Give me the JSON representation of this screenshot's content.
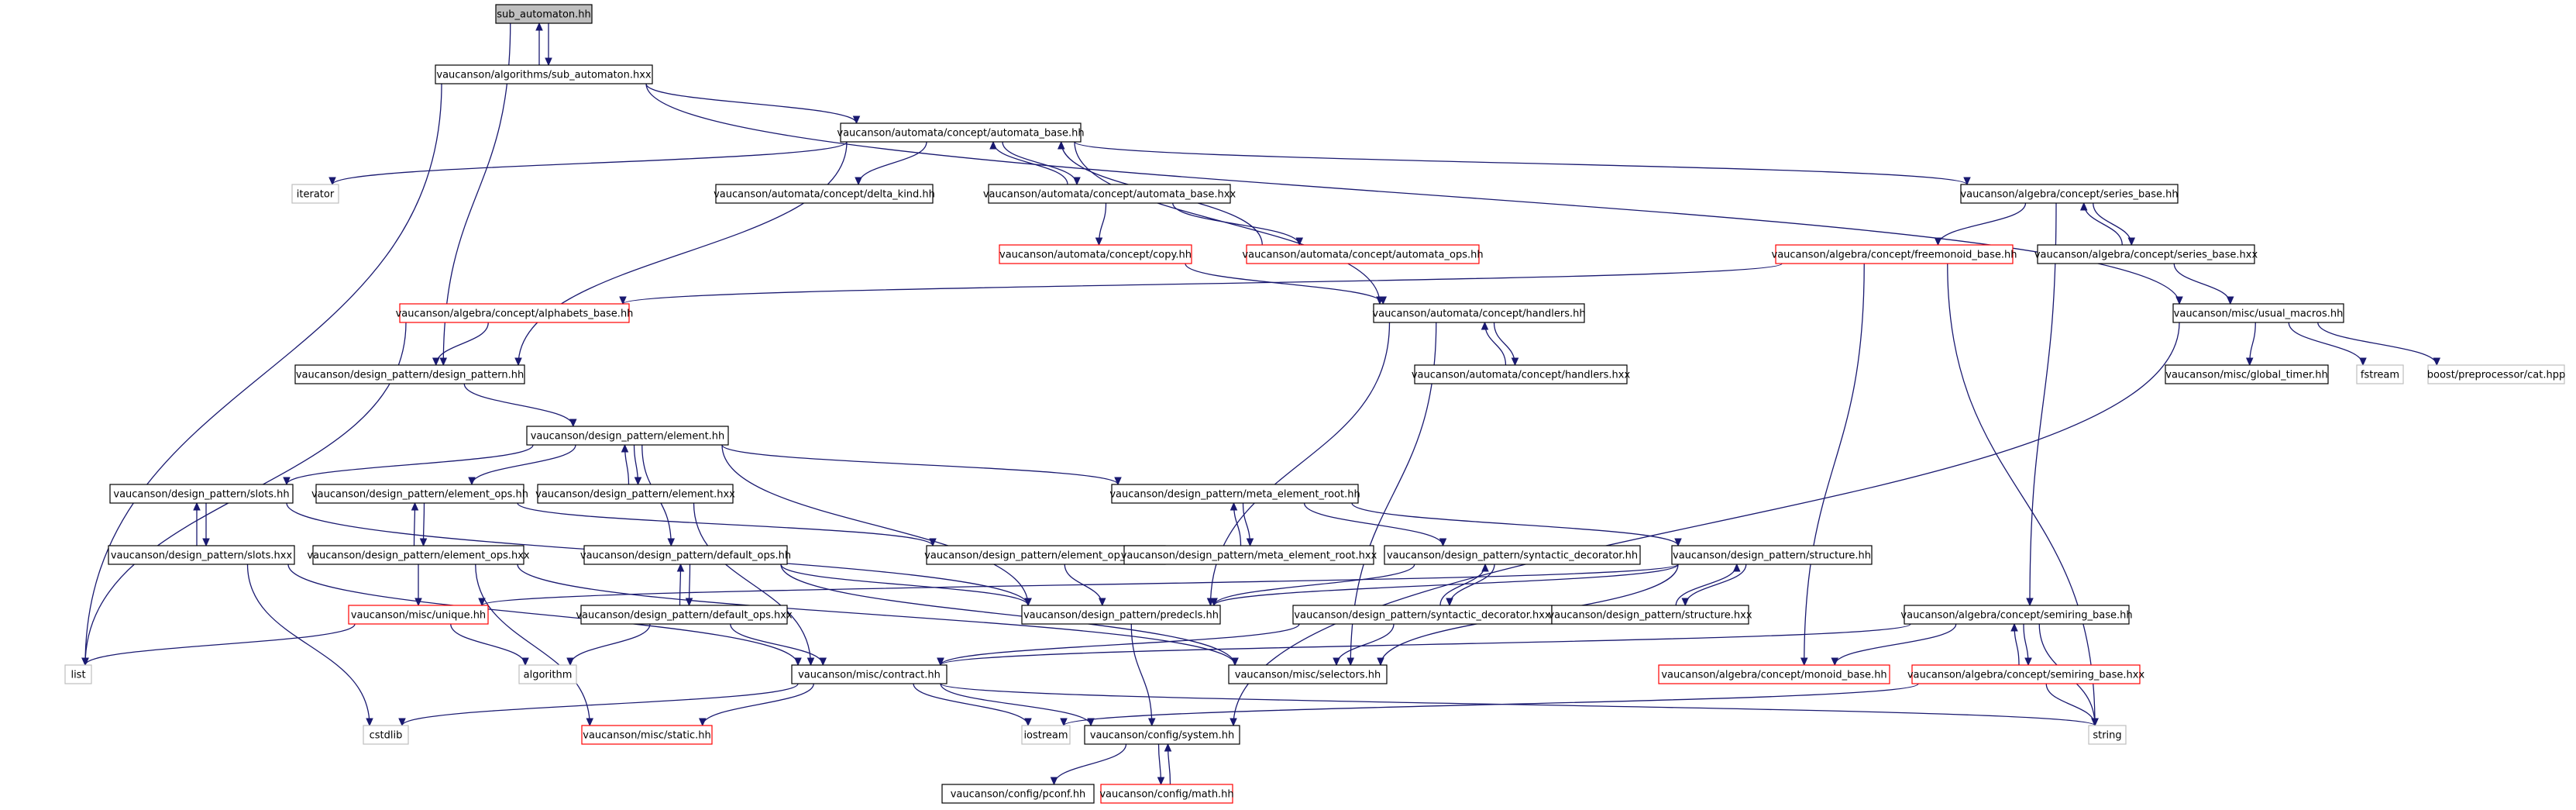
{
  "diagram": {
    "type": "include-dependency-graph",
    "colors": {
      "edge": "#191970",
      "root_fill": "#bfbfbf",
      "node_border": "#000000",
      "truncated_border": "#ff0000",
      "external_border": "#bfbfbf"
    },
    "nodes": [
      {
        "id": "sub_automaton_hh",
        "label": "sub_automaton.hh",
        "kind": "root"
      },
      {
        "id": "sub_automaton_hxx",
        "label": "vaucanson/algorithms/sub_automaton.hxx",
        "kind": "normal"
      },
      {
        "id": "automata_base_hh",
        "label": "vaucanson/automata/concept/automata_base.hh",
        "kind": "normal"
      },
      {
        "id": "iterator",
        "label": "iterator",
        "kind": "external"
      },
      {
        "id": "delta_kind_hh",
        "label": "vaucanson/automata/concept/delta_kind.hh",
        "kind": "normal"
      },
      {
        "id": "automata_base_hxx",
        "label": "vaucanson/automata/concept/automata_base.hxx",
        "kind": "normal"
      },
      {
        "id": "series_base_hh",
        "label": "vaucanson/algebra/concept/series_base.hh",
        "kind": "normal"
      },
      {
        "id": "copy_hh",
        "label": "vaucanson/automata/concept/copy.hh",
        "kind": "truncated"
      },
      {
        "id": "automata_ops_hh",
        "label": "vaucanson/automata/concept/automata_ops.hh",
        "kind": "truncated"
      },
      {
        "id": "freemonoid_base_hh",
        "label": "vaucanson/algebra/concept/freemonoid_base.hh",
        "kind": "truncated"
      },
      {
        "id": "series_base_hxx",
        "label": "vaucanson/algebra/concept/series_base.hxx",
        "kind": "normal"
      },
      {
        "id": "alphabets_base_hh",
        "label": "vaucanson/algebra/concept/alphabets_base.hh",
        "kind": "truncated"
      },
      {
        "id": "handlers_hh",
        "label": "vaucanson/automata/concept/handlers.hh",
        "kind": "normal"
      },
      {
        "id": "usual_macros_hh",
        "label": "vaucanson/misc/usual_macros.hh",
        "kind": "normal"
      },
      {
        "id": "design_pattern_hh",
        "label": "vaucanson/design_pattern/design_pattern.hh",
        "kind": "normal"
      },
      {
        "id": "handlers_hxx",
        "label": "vaucanson/automata/concept/handlers.hxx",
        "kind": "normal"
      },
      {
        "id": "global_timer_hh",
        "label": "vaucanson/misc/global_timer.hh",
        "kind": "normal"
      },
      {
        "id": "fstream",
        "label": "fstream",
        "kind": "external"
      },
      {
        "id": "boost_cat_hpp",
        "label": "boost/preprocessor/cat.hpp",
        "kind": "external"
      },
      {
        "id": "element_hh",
        "label": "vaucanson/design_pattern/element.hh",
        "kind": "normal"
      },
      {
        "id": "slots_hh",
        "label": "vaucanson/design_pattern/slots.hh",
        "kind": "normal"
      },
      {
        "id": "element_ops_hh",
        "label": "vaucanson/design_pattern/element_ops.hh",
        "kind": "normal"
      },
      {
        "id": "element_hxx",
        "label": "vaucanson/design_pattern/element.hxx",
        "kind": "normal"
      },
      {
        "id": "meta_element_root_hh",
        "label": "vaucanson/design_pattern/meta_element_root.hh",
        "kind": "normal"
      },
      {
        "id": "element_op_traits_hh",
        "label": "vaucanson/design_pattern/element_op_traits.hh",
        "kind": "normal"
      },
      {
        "id": "meta_element_root_hxx",
        "label": "vaucanson/design_pattern/meta_element_root.hxx",
        "kind": "normal"
      },
      {
        "id": "slots_hxx",
        "label": "vaucanson/design_pattern/slots.hxx",
        "kind": "normal"
      },
      {
        "id": "element_ops_hxx",
        "label": "vaucanson/design_pattern/element_ops.hxx",
        "kind": "normal"
      },
      {
        "id": "default_ops_hh",
        "label": "vaucanson/design_pattern/default_ops.hh",
        "kind": "normal"
      },
      {
        "id": "syntactic_decorator_hh",
        "label": "vaucanson/design_pattern/syntactic_decorator.hh",
        "kind": "normal"
      },
      {
        "id": "structure_hh",
        "label": "vaucanson/design_pattern/structure.hh",
        "kind": "normal"
      },
      {
        "id": "unique_hh",
        "label": "vaucanson/misc/unique.hh",
        "kind": "truncated"
      },
      {
        "id": "predecls_hh",
        "label": "vaucanson/design_pattern/predecls.hh",
        "kind": "normal"
      },
      {
        "id": "default_ops_hxx",
        "label": "vaucanson/design_pattern/default_ops.hxx",
        "kind": "normal"
      },
      {
        "id": "syntactic_decorator_hxx",
        "label": "vaucanson/design_pattern/syntactic_decorator.hxx",
        "kind": "normal"
      },
      {
        "id": "structure_hxx",
        "label": "vaucanson/design_pattern/structure.hxx",
        "kind": "normal"
      },
      {
        "id": "semiring_base_hh",
        "label": "vaucanson/algebra/concept/semiring_base.hh",
        "kind": "normal"
      },
      {
        "id": "list",
        "label": "list",
        "kind": "external"
      },
      {
        "id": "algorithm",
        "label": "algorithm",
        "kind": "external"
      },
      {
        "id": "contract_hh",
        "label": "vaucanson/misc/contract.hh",
        "kind": "normal"
      },
      {
        "id": "selectors_hh",
        "label": "vaucanson/misc/selectors.hh",
        "kind": "normal"
      },
      {
        "id": "monoid_base_hh",
        "label": "vaucanson/algebra/concept/monoid_base.hh",
        "kind": "truncated"
      },
      {
        "id": "semiring_base_hxx",
        "label": "vaucanson/algebra/concept/semiring_base.hxx",
        "kind": "truncated"
      },
      {
        "id": "cstdlib",
        "label": "cstdlib",
        "kind": "external"
      },
      {
        "id": "static_hh",
        "label": "vaucanson/misc/static.hh",
        "kind": "truncated"
      },
      {
        "id": "iostream",
        "label": "iostream",
        "kind": "external"
      },
      {
        "id": "system_hh",
        "label": "vaucanson/config/system.hh",
        "kind": "normal"
      },
      {
        "id": "string",
        "label": "string",
        "kind": "external"
      },
      {
        "id": "pconf_hh",
        "label": "vaucanson/config/pconf.hh",
        "kind": "normal"
      },
      {
        "id": "math_hh",
        "label": "vaucanson/config/math.hh",
        "kind": "truncated"
      }
    ],
    "edges": [
      [
        "sub_automaton_hh",
        "sub_automaton_hxx"
      ],
      [
        "sub_automaton_hh",
        "design_pattern_hh"
      ],
      [
        "sub_automaton_hxx",
        "sub_automaton_hh"
      ],
      [
        "sub_automaton_hxx",
        "automata_base_hh"
      ],
      [
        "sub_automaton_hxx",
        "usual_macros_hh"
      ],
      [
        "sub_automaton_hxx",
        "list"
      ],
      [
        "automata_base_hh",
        "iterator"
      ],
      [
        "automata_base_hh",
        "delta_kind_hh"
      ],
      [
        "automata_base_hh",
        "automata_base_hxx"
      ],
      [
        "automata_base_hh",
        "series_base_hh"
      ],
      [
        "automata_base_hh",
        "handlers_hh"
      ],
      [
        "automata_base_hh",
        "design_pattern_hh"
      ],
      [
        "automata_base_hxx",
        "automata_base_hh"
      ],
      [
        "automata_base_hxx",
        "copy_hh"
      ],
      [
        "automata_base_hxx",
        "automata_ops_hh"
      ],
      [
        "automata_ops_hh",
        "automata_base_hh"
      ],
      [
        "copy_hh",
        "handlers_hh"
      ],
      [
        "series_base_hh",
        "freemonoid_base_hh"
      ],
      [
        "series_base_hh",
        "series_base_hxx"
      ],
      [
        "series_base_hh",
        "semiring_base_hh"
      ],
      [
        "series_base_hxx",
        "series_base_hh"
      ],
      [
        "series_base_hxx",
        "usual_macros_hh"
      ],
      [
        "freemonoid_base_hh",
        "alphabets_base_hh"
      ],
      [
        "freemonoid_base_hh",
        "monoid_base_hh"
      ],
      [
        "freemonoid_base_hh",
        "string"
      ],
      [
        "alphabets_base_hh",
        "design_pattern_hh"
      ],
      [
        "alphabets_base_hh",
        "list"
      ],
      [
        "handlers_hh",
        "handlers_hxx"
      ],
      [
        "handlers_hh",
        "predecls_hh"
      ],
      [
        "handlers_hh",
        "selectors_hh"
      ],
      [
        "handlers_hxx",
        "handlers_hh"
      ],
      [
        "usual_macros_hh",
        "global_timer_hh"
      ],
      [
        "usual_macros_hh",
        "fstream"
      ],
      [
        "usual_macros_hh",
        "boost_cat_hpp"
      ],
      [
        "usual_macros_hh",
        "system_hh"
      ],
      [
        "design_pattern_hh",
        "element_hh"
      ],
      [
        "element_hh",
        "slots_hh"
      ],
      [
        "element_hh",
        "element_ops_hh"
      ],
      [
        "element_hh",
        "element_hxx"
      ],
      [
        "element_hh",
        "meta_element_root_hh"
      ],
      [
        "element_hh",
        "default_ops_hh"
      ],
      [
        "element_hh",
        "predecls_hh"
      ],
      [
        "element_hxx",
        "element_hh"
      ],
      [
        "element_hxx",
        "contract_hh"
      ],
      [
        "slots_hh",
        "slots_hxx"
      ],
      [
        "slots_hh",
        "predecls_hh"
      ],
      [
        "slots_hxx",
        "slots_hh"
      ],
      [
        "slots_hxx",
        "contract_hh"
      ],
      [
        "slots_hxx",
        "cstdlib"
      ],
      [
        "element_ops_hh",
        "element_ops_hxx"
      ],
      [
        "element_ops_hh",
        "element_op_traits_hh"
      ],
      [
        "element_ops_hxx",
        "element_ops_hh"
      ],
      [
        "element_ops_hxx",
        "unique_hh"
      ],
      [
        "element_ops_hxx",
        "selectors_hh"
      ],
      [
        "element_ops_hxx",
        "static_hh"
      ],
      [
        "element_op_traits_hh",
        "predecls_hh"
      ],
      [
        "meta_element_root_hh",
        "meta_element_root_hxx"
      ],
      [
        "meta_element_root_hh",
        "syntactic_decorator_hh"
      ],
      [
        "meta_element_root_hh",
        "structure_hh"
      ],
      [
        "meta_element_root_hxx",
        "meta_element_root_hh"
      ],
      [
        "default_ops_hh",
        "default_ops_hxx"
      ],
      [
        "default_ops_hh",
        "predecls_hh"
      ],
      [
        "default_ops_hh",
        "selectors_hh"
      ],
      [
        "default_ops_hxx",
        "default_ops_hh"
      ],
      [
        "default_ops_hxx",
        "algorithm"
      ],
      [
        "default_ops_hxx",
        "contract_hh"
      ],
      [
        "syntactic_decorator_hh",
        "syntactic_decorator_hxx"
      ],
      [
        "syntactic_decorator_hh",
        "predecls_hh"
      ],
      [
        "syntactic_decorator_hxx",
        "syntactic_decorator_hh"
      ],
      [
        "syntactic_decorator_hxx",
        "contract_hh"
      ],
      [
        "syntactic_decorator_hxx",
        "selectors_hh"
      ],
      [
        "structure_hh",
        "structure_hxx"
      ],
      [
        "structure_hh",
        "predecls_hh"
      ],
      [
        "structure_hh",
        "unique_hh"
      ],
      [
        "structure_hh",
        "selectors_hh"
      ],
      [
        "structure_hxx",
        "structure_hh"
      ],
      [
        "unique_hh",
        "list"
      ],
      [
        "unique_hh",
        "algorithm"
      ],
      [
        "predecls_hh",
        "system_hh"
      ],
      [
        "semiring_base_hh",
        "monoid_base_hh"
      ],
      [
        "semiring_base_hh",
        "semiring_base_hxx"
      ],
      [
        "semiring_base_hh",
        "contract_hh"
      ],
      [
        "semiring_base_hh",
        "string"
      ],
      [
        "semiring_base_hxx",
        "semiring_base_hh"
      ],
      [
        "semiring_base_hxx",
        "iostream"
      ],
      [
        "semiring_base_hxx",
        "string"
      ],
      [
        "contract_hh",
        "cstdlib"
      ],
      [
        "contract_hh",
        "static_hh"
      ],
      [
        "contract_hh",
        "iostream"
      ],
      [
        "contract_hh",
        "system_hh"
      ],
      [
        "contract_hh",
        "string"
      ],
      [
        "system_hh",
        "pconf_hh"
      ],
      [
        "system_hh",
        "math_hh"
      ],
      [
        "math_hh",
        "system_hh"
      ]
    ]
  }
}
